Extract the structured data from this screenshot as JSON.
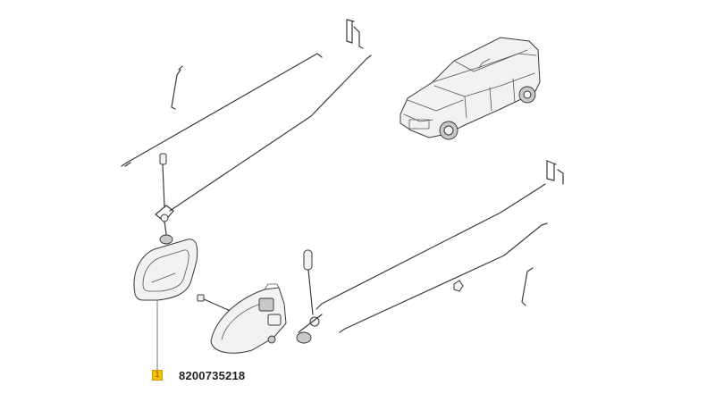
{
  "callout": {
    "index": "1",
    "part_number": "8200735218",
    "marker_color": "#f5c100"
  },
  "parts": [
    {
      "name": "door-rod-upper-left",
      "icon": "rod"
    },
    {
      "name": "door-rod-upper-right",
      "icon": "rod"
    },
    {
      "name": "door-rod-lower-right",
      "icon": "rod"
    },
    {
      "name": "inner-door-handle",
      "icon": "handle"
    },
    {
      "name": "lock-mechanism",
      "icon": "lock"
    },
    {
      "name": "vehicle-illustration",
      "icon": "car"
    }
  ]
}
